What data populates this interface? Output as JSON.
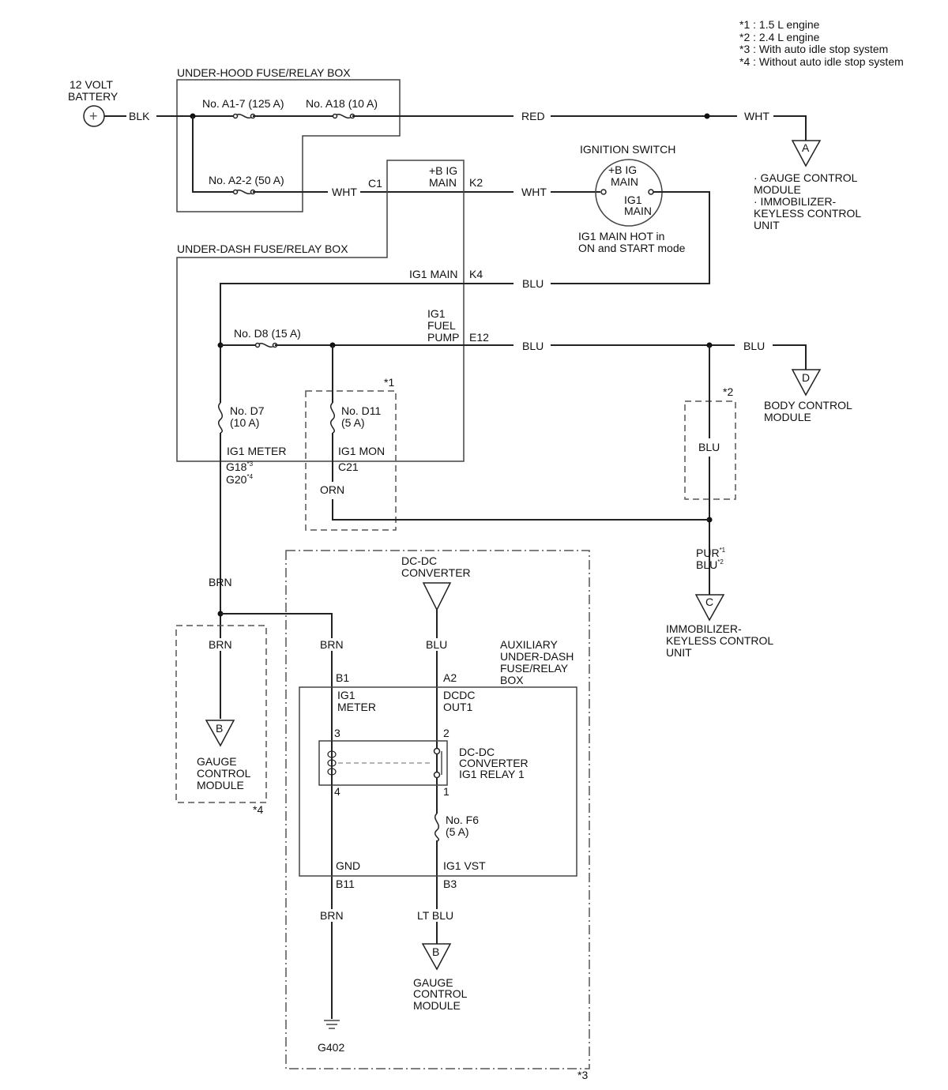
{
  "notes": [
    {
      "key": "*1",
      "text": " : 1.5 L engine"
    },
    {
      "key": "*2",
      "text": " : 2.4 L engine"
    },
    {
      "key": "*3",
      "text": " : With auto idle stop system"
    },
    {
      "key": "*4",
      "text": " : Without auto idle stop system"
    }
  ],
  "battery": {
    "line1": "12 VOLT",
    "line2": "BATTERY",
    "symbol": "+"
  },
  "boxes": {
    "underhood": "UNDER-HOOD FUSE/RELAY BOX",
    "underdash": "UNDER-DASH FUSE/RELAY BOX",
    "aux": [
      "AUXILIARY",
      "UNDER-DASH",
      "FUSE/RELAY",
      "BOX"
    ]
  },
  "fuses": {
    "a17": "No. A1-7 (125 A)",
    "a18": "No. A18 (10 A)",
    "a22": "No. A2-2 (50 A)",
    "d8": "No. D8 (15 A)",
    "d7": [
      "No. D7",
      "(10 A)"
    ],
    "d11": [
      "No. D11",
      "(5 A)"
    ],
    "f6": [
      "No. F6",
      "(5 A)"
    ]
  },
  "wires": {
    "blk": "BLK",
    "red": "RED",
    "wht1": "WHT",
    "wht2": "WHT",
    "wht3": "WHT",
    "blu_k4": "BLU",
    "blu_e12": "BLU",
    "blu_d": "BLU",
    "blu_2": "BLU",
    "orn": "ORN",
    "pur": "PUR",
    "pur_sup": "*1",
    "blu_c": "BLU",
    "blu_c_sup": "*2",
    "brn1": "BRN",
    "brn2": "BRN",
    "brn3": "BRN",
    "brn4": "BRN",
    "blu_dc": "BLU",
    "ltblu": "LT BLU"
  },
  "terminals": {
    "c1": "C1",
    "bigmain": [
      "+B IG",
      "MAIN"
    ],
    "k2": "K2",
    "ig1main": "IG1 MAIN",
    "k4": "K4",
    "ig1fuel": [
      "IG1",
      "FUEL",
      "PUMP"
    ],
    "e12": "E12",
    "ig1meter": "IG1 METER",
    "g18": "G18",
    "g18_sup": "*3",
    "g20": "G20",
    "g20_sup": "*4",
    "ig1mon": "IG1 MON",
    "c21": "C21",
    "b1": "B1",
    "a2": "A2",
    "aux_ig1meter": [
      "IG1",
      "METER"
    ],
    "dcdcout": [
      "DCDC",
      "OUT1"
    ],
    "p3": "3",
    "p2": "2",
    "p4": "4",
    "p1": "1",
    "gnd": "GND",
    "ig1vst": "IG1 VST",
    "b11": "B11",
    "b3": "B3"
  },
  "ignition": {
    "title": "IGNITION SWITCH",
    "bigmain": [
      "+B IG",
      "MAIN"
    ],
    "ig1main": [
      "IG1",
      "MAIN"
    ],
    "note": [
      "IG1 MAIN HOT in",
      "ON and START mode"
    ]
  },
  "relay": [
    "DC-DC",
    "CONVERTER",
    "IG1 RELAY 1"
  ],
  "dcdc": [
    "DC-DC",
    "CONVERTER"
  ],
  "connectors": {
    "a": {
      "letter": "A",
      "label": [
        "· GAUGE CONTROL",
        "MODULE",
        "· IMMOBILIZER-",
        "KEYLESS CONTROL",
        "UNIT"
      ]
    },
    "d": {
      "letter": "D",
      "label": [
        "BODY CONTROL",
        "MODULE"
      ]
    },
    "c": {
      "letter": "C",
      "label": [
        "IMMOBILIZER-",
        "KEYLESS CONTROL",
        "UNIT"
      ]
    },
    "b1": {
      "letter": "B",
      "label": [
        "GAUGE",
        "CONTROL",
        "MODULE"
      ]
    },
    "b2": {
      "letter": "B",
      "label": [
        "GAUGE",
        "CONTROL",
        "MODULE"
      ]
    }
  },
  "options": {
    "o1": "*1",
    "o2": "*2",
    "o3": "*3",
    "o4": "*4"
  },
  "ground": "G402"
}
